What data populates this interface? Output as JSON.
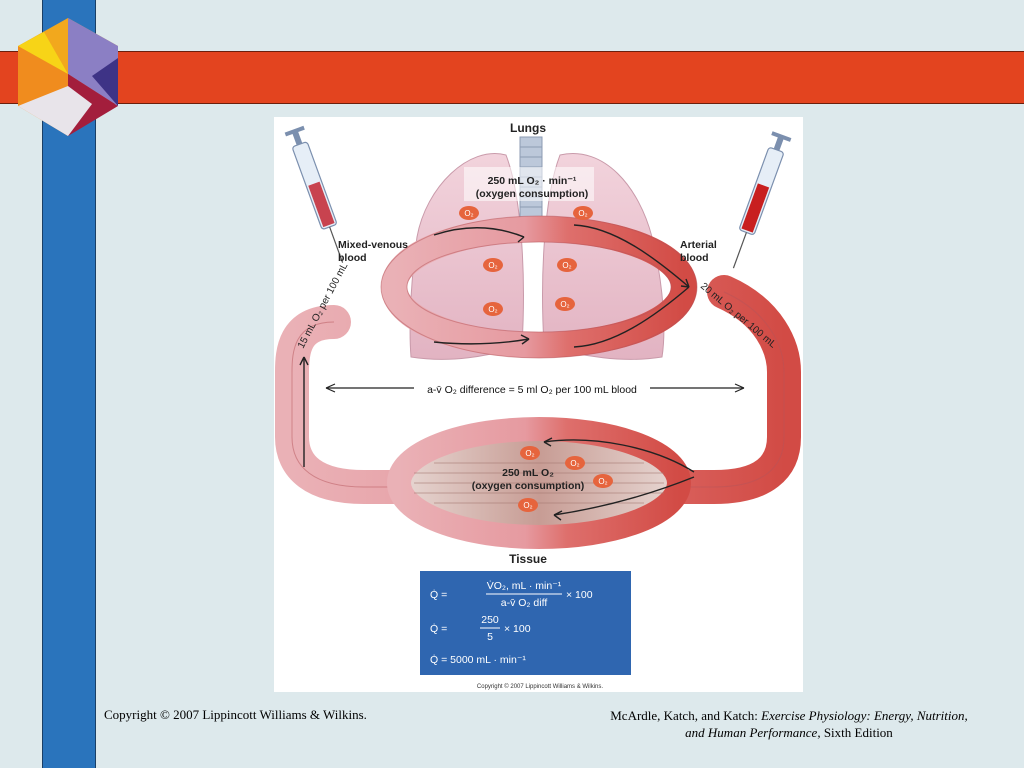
{
  "diagram": {
    "lungs_title": "Lungs",
    "tissue_title": "Tissue",
    "lung_consumption_line1": "250 mL O₂ · min⁻¹",
    "lung_consumption_line2": "(oxygen consumption)",
    "tissue_consumption_line1": "250 mL O₂",
    "tissue_consumption_line2": "(oxygen consumption)",
    "mixed_venous_line1": "Mixed-venous",
    "mixed_venous_line2": "blood",
    "arterial_line1": "Arterial",
    "arterial_line2": "blood",
    "venous_content": "15 mL O₂ per 100 mL",
    "arterial_content": "20 mL O₂ per 100 mL",
    "av_difference": "a-v̄ O₂ difference = 5 ml O₂ per 100 mL blood",
    "o2_label": "O₂",
    "formula_line1_lhs": "Q̇ =",
    "formula_line1_num": "V̇O₂, mL · min⁻¹",
    "formula_line1_den": "a-v̄ O₂ diff",
    "formula_line1_mult": "× 100",
    "formula_line2_lhs": "Q̇ =",
    "formula_line2_num": "250",
    "formula_line2_den": "5",
    "formula_line2_mult": "× 100",
    "formula_line3": "Q̇ = 5000 mL · min⁻¹",
    "figure_copyright": "Copyright © 2007 Lippincott Williams & Wilkins."
  },
  "footer": {
    "copyright": "Copyright © 2007 Lippincott Williams & Wilkins.",
    "citation_authors": "McArdle, Katch, and Katch: ",
    "citation_title": "Exercise Physiology: Energy, Nutrition, and Human Performance,",
    "citation_edition": " Sixth Edition"
  },
  "colors": {
    "slide_background": "#dde9ec",
    "blue_bar": "#2a74bc",
    "red_bar": "#e3441f",
    "vessel_venous": "#e9a9ae",
    "vessel_arterial": "#d9544f",
    "formula_box": "#2f66b0"
  }
}
